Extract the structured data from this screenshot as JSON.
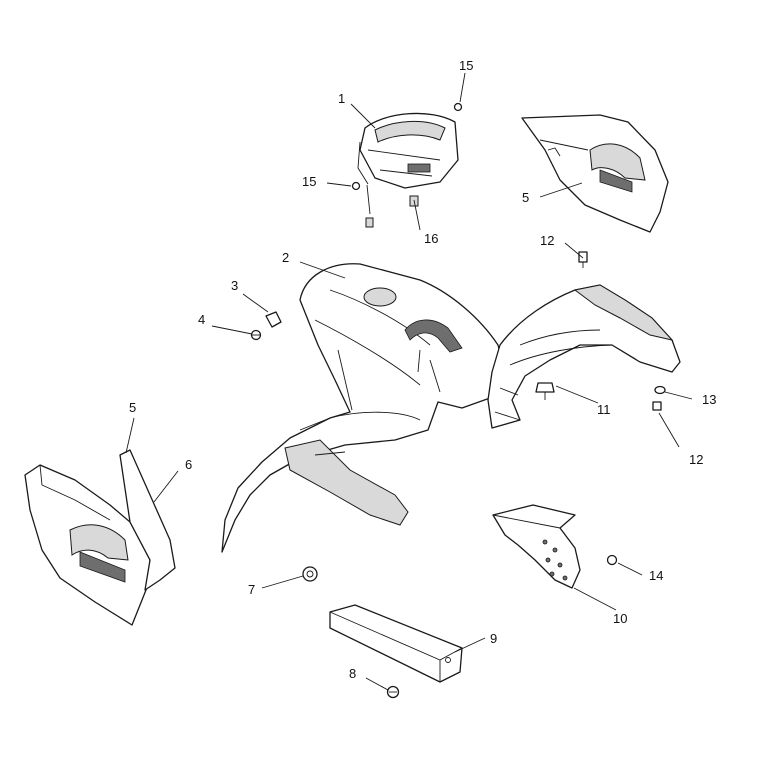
{
  "callouts": {
    "c1": "1",
    "c2": "2",
    "c3": "3",
    "c4": "4",
    "c5_top": "5",
    "c5_left": "5",
    "c6": "6",
    "c7": "7",
    "c8": "8",
    "c9": "9",
    "c10": "10",
    "c11": "11",
    "c12_top": "12",
    "c12_right": "12",
    "c13": "13",
    "c14": "14",
    "c15_top": "15",
    "c15_left": "15",
    "c16": "16"
  }
}
